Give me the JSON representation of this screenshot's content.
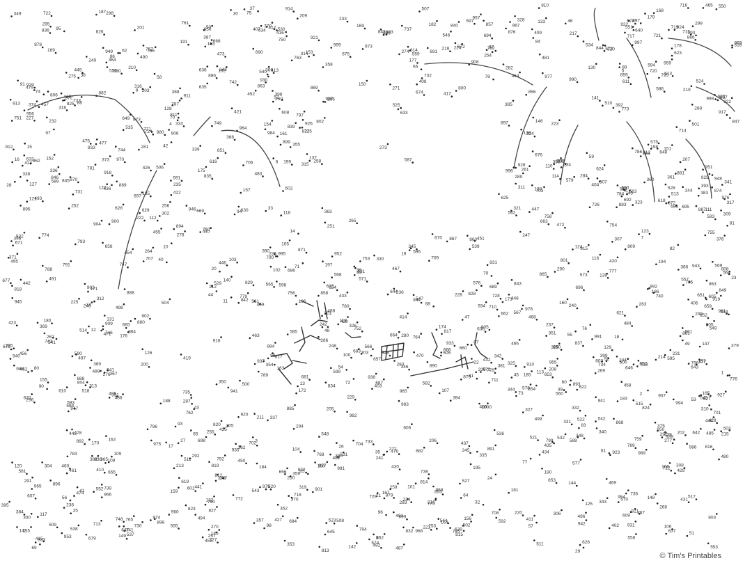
{
  "puzzle": {
    "labels": [
      "1",
      "2",
      "3",
      "4",
      "5",
      "6",
      "7",
      "8",
      "9",
      "10",
      "11",
      "12",
      "13",
      "14",
      "15",
      "16",
      "17",
      "18",
      "19",
      "20",
      "21",
      "22",
      "23",
      "24",
      "25",
      "26",
      "27",
      "28",
      "29",
      "30",
      "31",
      "32",
      "33",
      "34",
      "35",
      "36",
      "37",
      "38",
      "39",
      "40",
      "41",
      "42",
      "43",
      "44",
      "45",
      "46",
      "47",
      "48",
      "49",
      "50",
      "51",
      "52",
      "53",
      "54",
      "55",
      "56",
      "57",
      "58",
      "59",
      "60",
      "61",
      "62",
      "63",
      "64",
      "65",
      "66",
      "67",
      "68",
      "69",
      "70",
      "71",
      "72",
      "73",
      "74",
      "75",
      "76",
      "77",
      "78",
      "79",
      "80",
      "81",
      "82",
      "83",
      "84",
      "85",
      "86",
      "87",
      "88",
      "89",
      "90",
      "91",
      "92",
      "93",
      "94",
      "95",
      "96",
      "97",
      "98",
      "99",
      "100",
      "101",
      "102",
      "103",
      "104",
      "105",
      "106",
      "107",
      "108",
      "109",
      "110",
      "111",
      "112",
      "113",
      "114",
      "115",
      "116",
      "117",
      "118",
      "119",
      "120",
      "121",
      "122",
      "123",
      "124",
      "125",
      "126",
      "127",
      "128",
      "129",
      "130",
      "131",
      "132",
      "133",
      "134",
      "135",
      "136",
      "137",
      "138",
      "139",
      "140",
      "141",
      "142",
      "143",
      "144",
      "145",
      "146",
      "147",
      "148",
      "149",
      "150",
      "151",
      "152",
      "153",
      "154",
      "155",
      "156",
      "157",
      "158",
      "159",
      "160",
      "161",
      "162",
      "163",
      "164",
      "165",
      "166",
      "167",
      "168",
      "169",
      "170",
      "171",
      "172",
      "173",
      "174",
      "175",
      "176",
      "177",
      "178",
      "179",
      "180",
      "181",
      "182",
      "183",
      "184",
      "185",
      "186",
      "187",
      "188",
      "189",
      "190",
      "191",
      "192",
      "193",
      "194",
      "195",
      "196",
      "197",
      "198",
      "199",
      "200",
      "201",
      "202",
      "203",
      "204",
      "205",
      "206",
      "207",
      "208",
      "209",
      "210",
      "211",
      "212",
      "213",
      "214",
      "215",
      "216",
      "217",
      "218",
      "219",
      "220",
      "221",
      "222",
      "223",
      "224",
      "225",
      "226",
      "227",
      "228",
      "229",
      "230",
      "231",
      "232",
      "233",
      "234",
      "235",
      "236",
      "237",
      "238",
      "239",
      "240",
      "241",
      "242",
      "243",
      "244",
      "245",
      "246",
      "247",
      "248",
      "249",
      "250",
      "251",
      "252",
      "253",
      "254",
      "255",
      "256",
      "257",
      "258",
      "259",
      "260",
      "261",
      "262",
      "263",
      "264",
      "265",
      "266",
      "267",
      "268",
      "269",
      "270",
      "271",
      "272",
      "273",
      "274",
      "275",
      "276",
      "277",
      "278",
      "279",
      "280",
      "281",
      "282",
      "283",
      "284",
      "285",
      "286",
      "287",
      "288",
      "289",
      "290",
      "291",
      "292",
      "293",
      "294",
      "295",
      "296",
      "297",
      "298",
      "299",
      "300",
      "301",
      "302",
      "303",
      "304",
      "305",
      "306",
      "307",
      "308",
      "309",
      "310",
      "311",
      "312",
      "313",
      "314",
      "315",
      "316",
      "317",
      "318",
      "319",
      "320",
      "321",
      "322",
      "323",
      "324",
      "325",
      "326",
      "327",
      "328",
      "329",
      "330",
      "331",
      "332",
      "333",
      "334",
      "335",
      "336",
      "337",
      "338",
      "339",
      "340",
      "341",
      "342",
      "343",
      "344",
      "345",
      "346",
      "347",
      "348",
      "349",
      "350",
      "351",
      "352",
      "353",
      "354",
      "355",
      "356",
      "357",
      "358",
      "359",
      "360",
      "361",
      "362",
      "363",
      "364",
      "365",
      "366",
      "367",
      "368",
      "369",
      "370",
      "371",
      "372",
      "373",
      "374",
      "375",
      "376",
      "377",
      "378",
      "379",
      "380",
      "381",
      "382",
      "383",
      "384",
      "385",
      "386",
      "387",
      "388",
      "389",
      "390",
      "391",
      "392",
      "393",
      "394",
      "395",
      "396",
      "397",
      "398",
      "399",
      "400",
      "401",
      "402",
      "403",
      "404",
      "405",
      "406",
      "407",
      "408",
      "409",
      "410",
      "411",
      "412",
      "413",
      "414",
      "415",
      "416",
      "417",
      "418",
      "419",
      "420",
      "421",
      "422",
      "423",
      "424",
      "425",
      "426",
      "427",
      "428",
      "429",
      "430",
      "431",
      "432",
      "433",
      "434",
      "435",
      "436",
      "437",
      "438",
      "439",
      "440",
      "441",
      "442",
      "443",
      "444",
      "445",
      "446",
      "447",
      "448",
      "449",
      "450",
      "451",
      "452",
      "453",
      "454",
      "455",
      "456",
      "457",
      "458",
      "459",
      "460",
      "461",
      "462",
      "463",
      "464",
      "465",
      "466",
      "467",
      "468",
      "469",
      "470",
      "471",
      "472",
      "473",
      "474",
      "475",
      "476",
      "477",
      "478",
      "479",
      "480",
      "481",
      "482",
      "483",
      "484",
      "485",
      "486",
      "487",
      "488",
      "489",
      "490",
      "491",
      "492",
      "493",
      "494",
      "495",
      "496",
      "497",
      "498",
      "499",
      "500",
      "501",
      "502",
      "503",
      "504",
      "505",
      "506",
      "507",
      "508",
      "509",
      "510",
      "511",
      "512",
      "513",
      "514",
      "515",
      "516",
      "517",
      "518",
      "519",
      "520",
      "521",
      "522",
      "523",
      "524",
      "525",
      "526",
      "527",
      "528",
      "529",
      "530",
      "531",
      "532",
      "533",
      "534",
      "535",
      "536",
      "537",
      "538",
      "539",
      "540",
      "541",
      "542",
      "543",
      "544",
      "545",
      "546",
      "547",
      "548",
      "549",
      "550",
      "551",
      "552",
      "553",
      "554",
      "555",
      "556",
      "557",
      "558",
      "559",
      "560",
      "561",
      "562",
      "563",
      "564",
      "565",
      "566",
      "567",
      "568",
      "569",
      "570",
      "571",
      "572",
      "573",
      "574",
      "575",
      "576",
      "577",
      "578",
      "579",
      "580",
      "581",
      "582",
      "583",
      "584",
      "585",
      "586",
      "587",
      "588",
      "589",
      "590",
      "591",
      "592",
      "593",
      "594",
      "595",
      "596",
      "597",
      "598",
      "599",
      "600",
      "601",
      "602",
      "603",
      "604",
      "605",
      "606",
      "607",
      "608",
      "609",
      "610",
      "611",
      "612",
      "613",
      "614",
      "615",
      "616",
      "617",
      "618",
      "619",
      "620",
      "621",
      "622",
      "623",
      "624",
      "625",
      "626",
      "627",
      "628",
      "629",
      "630",
      "631",
      "632",
      "633",
      "634",
      "635",
      "636",
      "637",
      "638",
      "639",
      "640",
      "641",
      "642",
      "643",
      "644",
      "645",
      "646",
      "647",
      "648",
      "649",
      "650",
      "651",
      "652",
      "653",
      "654",
      "655",
      "656",
      "657",
      "658",
      "659",
      "660",
      "661",
      "662",
      "663",
      "664",
      "665",
      "666",
      "667",
      "668",
      "669",
      "670",
      "671",
      "672",
      "673",
      "674",
      "675",
      "676",
      "677",
      "678",
      "679",
      "680",
      "681",
      "682",
      "683",
      "684",
      "685",
      "686",
      "687",
      "688",
      "689",
      "690",
      "691",
      "692",
      "693",
      "694",
      "695",
      "696",
      "697",
      "698",
      "699",
      "700",
      "701",
      "702",
      "703",
      "704",
      "705",
      "706",
      "707",
      "708",
      "709",
      "710",
      "711",
      "712",
      "713",
      "714",
      "715",
      "716",
      "717",
      "718",
      "719",
      "720",
      "721",
      "722",
      "723",
      "724",
      "725",
      "726",
      "727",
      "728",
      "729",
      "730",
      "731",
      "732",
      "733",
      "734",
      "735",
      "736",
      "737",
      "738",
      "739",
      "740",
      "741",
      "742",
      "743",
      "744",
      "745",
      "746",
      "747",
      "748",
      "749",
      "750",
      "751",
      "752",
      "753",
      "754",
      "755",
      "756",
      "757",
      "758",
      "759",
      "760",
      "761",
      "762",
      "763",
      "764",
      "765",
      "766",
      "767",
      "768",
      "769",
      "770",
      "771",
      "772",
      "773",
      "774",
      "775",
      "776",
      "777",
      "778",
      "779",
      "780",
      "781",
      "782",
      "783",
      "784",
      "785",
      "786",
      "787",
      "788",
      "789",
      "790",
      "791",
      "792",
      "793",
      "794",
      "795",
      "796",
      "797",
      "798",
      "799",
      "800",
      "801",
      "802",
      "803",
      "804",
      "805",
      "806",
      "807",
      "808",
      "809",
      "810",
      "811",
      "812",
      "813",
      "814",
      "815",
      "816",
      "817",
      "818",
      "819",
      "820",
      "821",
      "822",
      "823",
      "824",
      "825",
      "826",
      "827",
      "828",
      "829",
      "830",
      "831",
      "832",
      "833",
      "834",
      "835",
      "836",
      "837",
      "838",
      "839",
      "840",
      "841",
      "842",
      "843",
      "844",
      "845",
      "846",
      "847",
      "848",
      "849",
      "850",
      "851",
      "852",
      "853",
      "854",
      "855",
      "856",
      "857",
      "858",
      "859",
      "860",
      "861",
      "862",
      "863",
      "864",
      "865",
      "866",
      "867",
      "868",
      "869",
      "870",
      "871",
      "872",
      "873",
      "874",
      "875",
      "876",
      "877",
      "878",
      "879",
      "880",
      "881",
      "882",
      "883",
      "884",
      "885",
      "886",
      "887",
      "888",
      "889",
      "890",
      "891",
      "892",
      "893",
      "894",
      "895",
      "896",
      "897",
      "898",
      "899",
      "900",
      "901",
      "902",
      "903",
      "904",
      "905",
      "906",
      "907",
      "908",
      "909",
      "910",
      "911",
      "912",
      "913",
      "914",
      "915",
      "916",
      "917",
      "918",
      "919",
      "920",
      "921",
      "922",
      "923",
      "924",
      "925",
      "926",
      "927",
      "928",
      "929",
      "930",
      "931",
      "932",
      "933",
      "934",
      "935",
      "936",
      "937",
      "938",
      "939",
      "940",
      "941",
      "942",
      "943",
      "944",
      "945",
      "946",
      "947",
      "948",
      "949",
      "950",
      "951",
      "952",
      "953",
      "954",
      "955",
      "956",
      "957",
      "958",
      "959",
      "960",
      "961",
      "962",
      "963",
      "964",
      "965",
      "966",
      "967",
      "968",
      "969",
      "970",
      "971",
      "972",
      "973",
      "974",
      "975",
      "976",
      "977",
      "978",
      "979",
      "980",
      "981",
      "982",
      "983",
      "984",
      "985",
      "986",
      "987",
      "988",
      "989",
      "990",
      "991",
      "992",
      "993",
      "994",
      "995",
      "996",
      "997",
      "998",
      "999",
      "1000"
    ]
  },
  "footer": {
    "credit": "© Tim's Printables"
  }
}
